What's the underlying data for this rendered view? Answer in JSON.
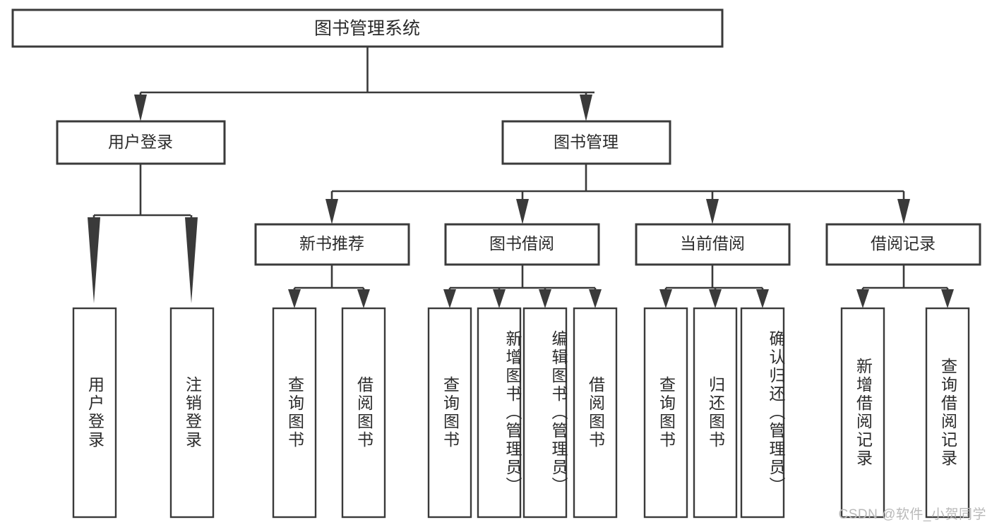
{
  "diagram": {
    "type": "tree-hierarchy",
    "root": {
      "id": "root",
      "label": "图书管理系统"
    },
    "level1": [
      {
        "id": "user-login",
        "label": "用户登录"
      },
      {
        "id": "book-manage",
        "label": "图书管理"
      }
    ],
    "level2": [
      {
        "id": "new-book-recommend",
        "label": "新书推荐",
        "parent": "book-manage"
      },
      {
        "id": "book-borrow",
        "label": "图书借阅",
        "parent": "book-manage"
      },
      {
        "id": "current-borrow",
        "label": "当前借阅",
        "parent": "book-manage"
      },
      {
        "id": "borrow-record",
        "label": "借阅记录",
        "parent": "book-manage"
      }
    ],
    "leaves": [
      {
        "id": "leaf-user-login",
        "label": "用户登录",
        "parent": "user-login"
      },
      {
        "id": "leaf-logout",
        "label": "注销登录",
        "parent": "user-login"
      },
      {
        "id": "leaf-query-book-1",
        "label": "查询图书",
        "parent": "new-book-recommend"
      },
      {
        "id": "leaf-borrow-book-1",
        "label": "借阅图书",
        "parent": "new-book-recommend"
      },
      {
        "id": "leaf-query-book-2",
        "label": "查询图书",
        "parent": "book-borrow"
      },
      {
        "id": "leaf-add-book",
        "label": "新增图书（管理员）",
        "parent": "book-borrow"
      },
      {
        "id": "leaf-edit-book",
        "label": "编辑图书（管理员）",
        "parent": "book-borrow"
      },
      {
        "id": "leaf-borrow-book-2",
        "label": "借阅图书",
        "parent": "book-borrow"
      },
      {
        "id": "leaf-query-book-3",
        "label": "查询图书",
        "parent": "current-borrow"
      },
      {
        "id": "leaf-return-book",
        "label": "归还图书",
        "parent": "current-borrow"
      },
      {
        "id": "leaf-confirm-return",
        "label": "确认归还（管理员）",
        "parent": "current-borrow"
      },
      {
        "id": "leaf-add-record",
        "label": "新增借阅记录",
        "parent": "borrow-record"
      },
      {
        "id": "leaf-query-record",
        "label": "查询借阅记录",
        "parent": "borrow-record"
      }
    ],
    "colors": {
      "stroke": "#3a3a3a",
      "fill": "#ffffff",
      "text": "#2b2b2b",
      "watermark": "#b9b9b9"
    }
  },
  "watermark": {
    "text": "CSDN @软件_小贺同学"
  }
}
